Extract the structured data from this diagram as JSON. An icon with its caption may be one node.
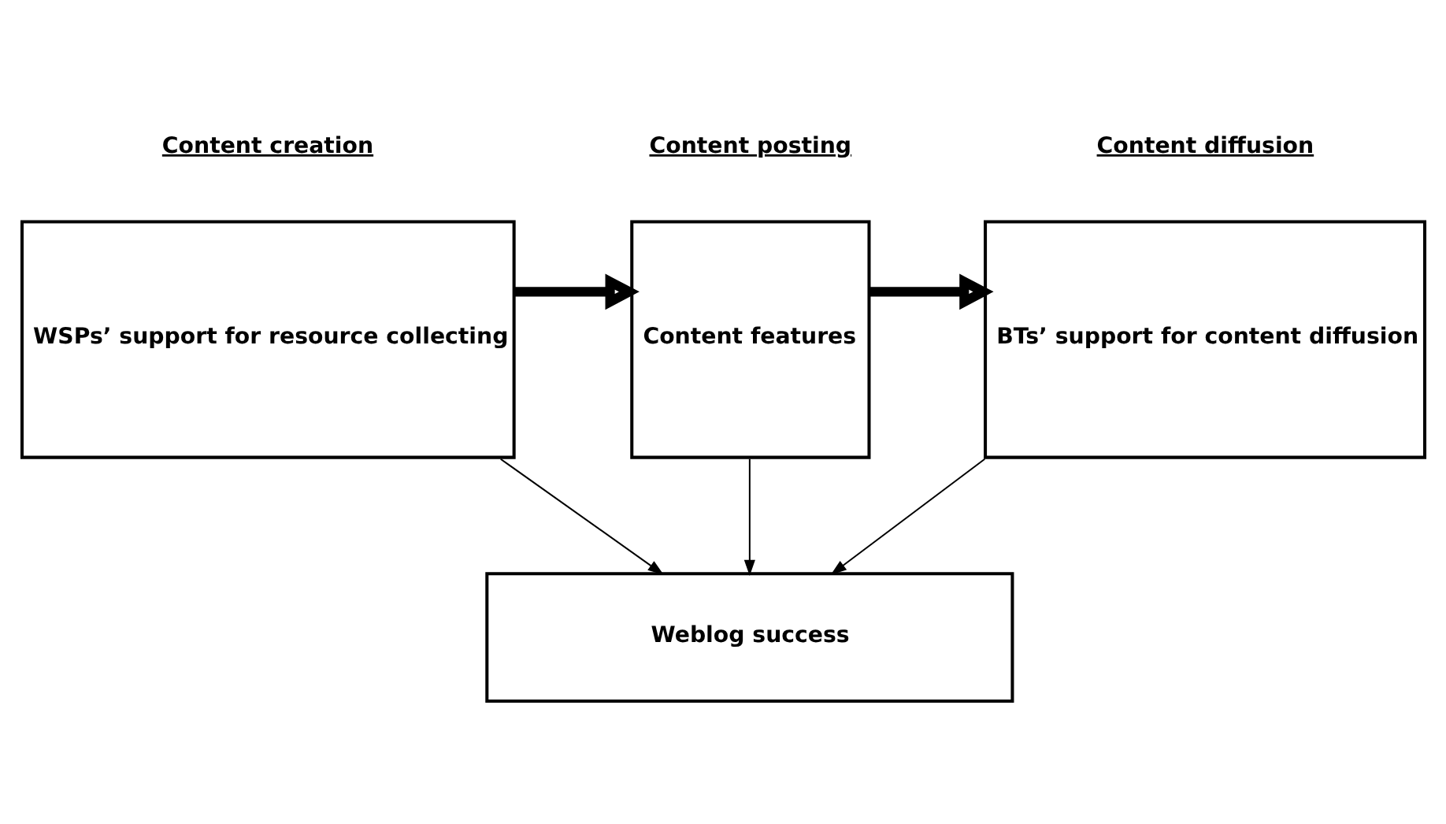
{
  "diagram": {
    "nodes": [
      {
        "text": [
          "Content creation",
          "WSPs’ support for resource collecting"
        ]
      },
      {
        "text": [
          "Content posting",
          "Content features"
        ]
      },
      {
        "text": [
          "Content diffusion",
          "BTs’ support for content diffusion"
        ]
      },
      {
        "text": [
          "Weblog success"
        ]
      }
    ],
    "edges": [
      {
        "from": 0,
        "to": 1,
        "arrow": "to",
        "style": "thick"
      },
      {
        "from": 1,
        "to": 2,
        "arrow": "to",
        "style": "thick"
      },
      {
        "from": 0,
        "to": 3,
        "arrow": "to"
      },
      {
        "from": 1,
        "to": 3,
        "arrow": "to"
      },
      {
        "from": 2,
        "to": 3,
        "arrow": "to"
      }
    ]
  }
}
